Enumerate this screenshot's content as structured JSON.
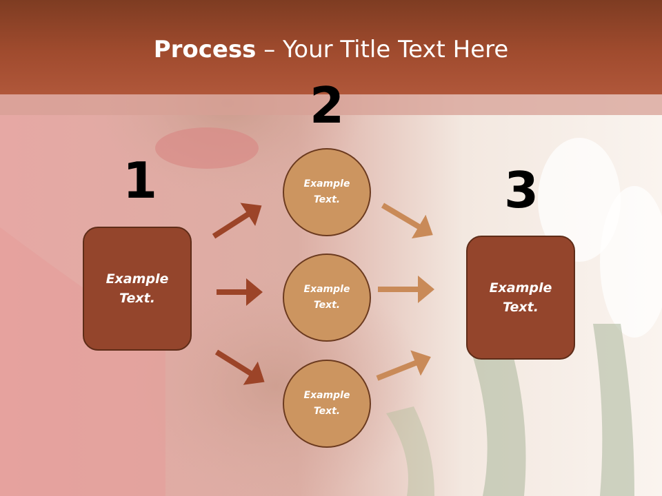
{
  "slide": {
    "title_bold": "Process",
    "title_rest": " – Your Title Text Here"
  },
  "steps": {
    "one": "1",
    "two": "2",
    "three": "3"
  },
  "boxes": {
    "left": "Example\nText.",
    "right": "Example\nText."
  },
  "circles": {
    "top": "Example\nText.",
    "middle": "Example\nText.",
    "bottom": "Example\nText."
  },
  "colors": {
    "title_bar": "#a04b2e",
    "box_fill": "#94452c",
    "circle_fill": "#cc9560",
    "arrow_dark": "#9c4428",
    "arrow_light": "#c98a58"
  }
}
